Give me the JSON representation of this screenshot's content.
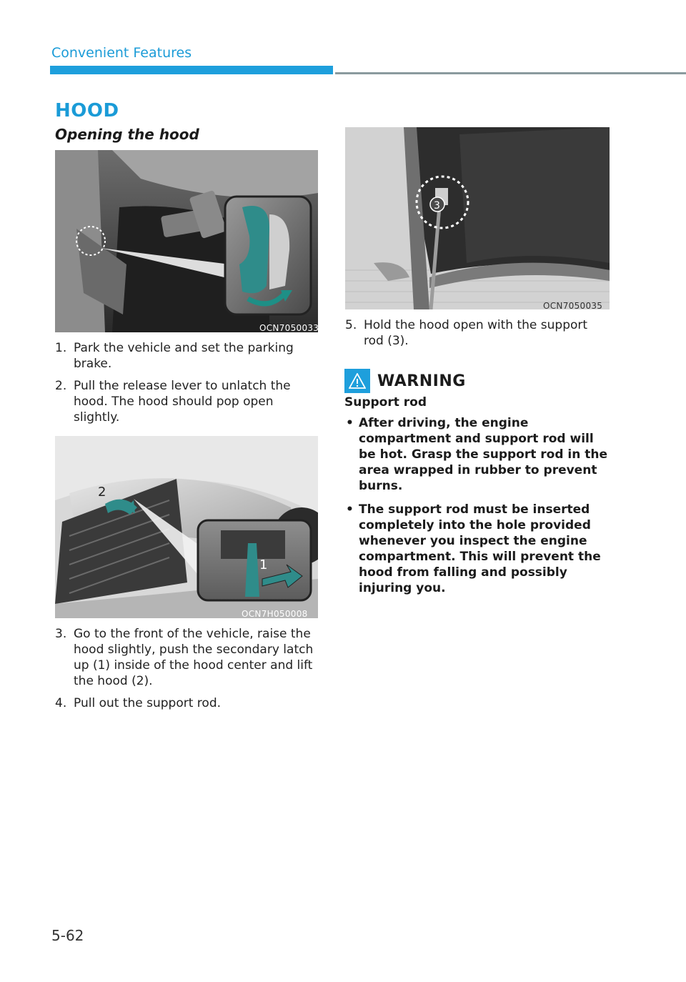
{
  "header": {
    "title": "Convenient Features",
    "accent_color": "#1e9fdc"
  },
  "section_title": "HOOD",
  "subsection_title": "Opening the hood",
  "figures": {
    "fig1_code": "OCN7050033",
    "fig2_code": "OCN7H050008",
    "fig3_code": "OCN7050035",
    "fig2_callouts": [
      "2",
      "1"
    ],
    "fig3_callout": "3"
  },
  "steps_left_a": [
    {
      "num": "1.",
      "text": "Park the vehicle and set the parking brake."
    },
    {
      "num": "2.",
      "text": "Pull the release lever to unlatch the hood. The hood should pop open slightly."
    }
  ],
  "steps_left_b": [
    {
      "num": "3.",
      "text": "Go to the front of the vehicle, raise the hood slightly, push the secondary latch up (1) inside of the hood center and lift the hood (2)."
    },
    {
      "num": "4.",
      "text": "Pull out the support rod."
    }
  ],
  "steps_right": [
    {
      "num": "5.",
      "text": "Hold the hood open with the support rod (3)."
    }
  ],
  "warning": {
    "icon": "warning-triangle-icon",
    "title": "WARNING",
    "subtitle": "Support rod",
    "items": [
      {
        "bullet": "•",
        "text": "After driving, the engine compartment and support rod will be hot. Grasp the support rod in the area wrapped in rubber to prevent burns."
      },
      {
        "bullet": "•",
        "text": "The support rod must be inserted completely into the hole provided whenever you inspect the engine compartment. This will prevent the hood from falling and possibly injuring you."
      }
    ]
  },
  "page_number": "5-62"
}
